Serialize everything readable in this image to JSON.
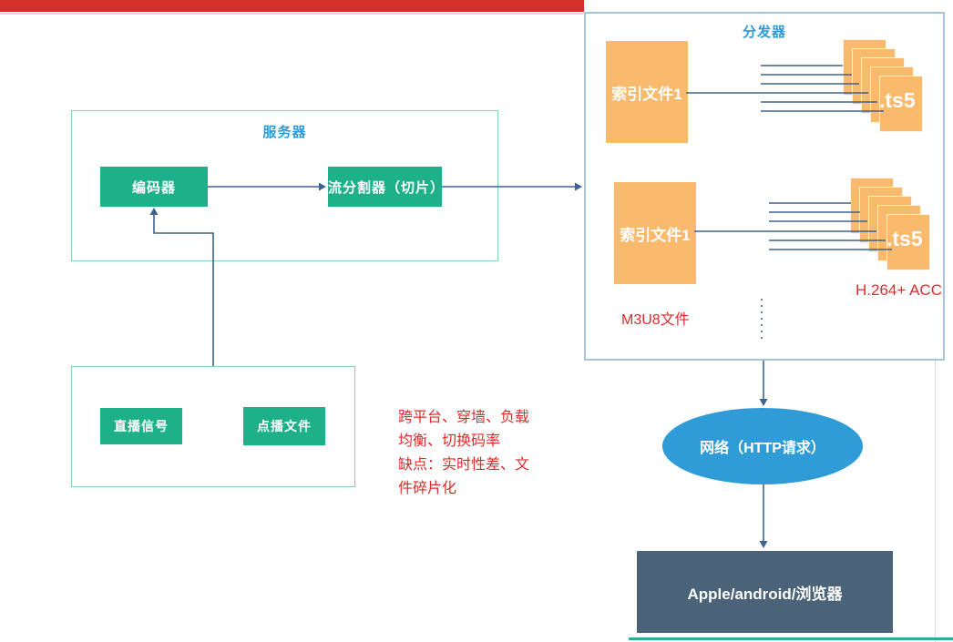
{
  "colors": {
    "node_green": "#1eb189",
    "container_teal_border": "#86d0bc",
    "distributor_border": "#a9c4da",
    "file_orange": "#f9ba6d",
    "title_blue": "#2e9bd6",
    "note_red": "#e02a2a",
    "connector_blue": "#3e6291",
    "network_blue": "#2f9cd8",
    "client_slate": "#4a6378",
    "top_bar_red": "#d3302c",
    "bottom_line_teal": "#2fae92"
  },
  "server_box": {
    "title": "服务器",
    "encoder_label": "编码器",
    "splitter_label": "流分割器（切片）"
  },
  "source_box": {
    "live_label": "直播信号",
    "vod_label": "点播文件"
  },
  "notes": {
    "line1": "跨平台、穿墙、负载",
    "line2": "均衡、切换码率",
    "line3": "缺点：实时性差、文",
    "line4": "件碎片化"
  },
  "distributor_box": {
    "title": "分发器",
    "rows": [
      {
        "index_label": "索引文件1",
        "stack_label": ".ts5"
      },
      {
        "index_label": "索引文件1",
        "stack_label": ".ts5"
      }
    ],
    "m3u8_label": "M3U8文件",
    "codec_label": "H.264+ ACC"
  },
  "network_node": {
    "label": "网络（HTTP请求）"
  },
  "client_node": {
    "label": "Apple/android/浏览器"
  }
}
